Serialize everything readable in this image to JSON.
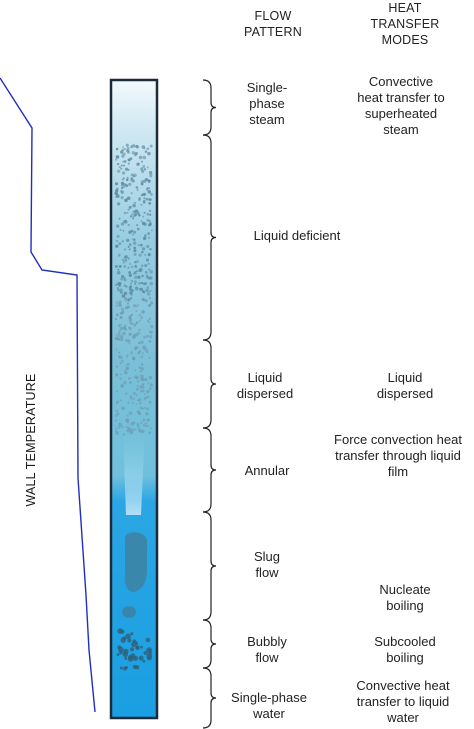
{
  "headers": {
    "flow_pattern": "FLOW\nPATTERN",
    "heat_transfer_modes": "HEAT\nTRANSFER\nMODES"
  },
  "axis": {
    "wall_temperature": "WALL TEMPERATURE"
  },
  "regions": [
    {
      "flow_pattern": "Single-\nphase\nsteam",
      "heat_transfer": "Convective\nheat transfer to\nsuperheated\nsteam"
    },
    {
      "flow_pattern": "Liquid deficient",
      "heat_transfer": ""
    },
    {
      "flow_pattern": "Liquid\ndispersed",
      "heat_transfer": "Liquid\ndispersed"
    },
    {
      "flow_pattern": "Annular",
      "heat_transfer": "Force convection heat\ntransfer through liquid\nfilm"
    },
    {
      "flow_pattern": "Slug\nflow",
      "heat_transfer": "Nucleate\nboiling"
    },
    {
      "flow_pattern": "Bubbly\nflow",
      "heat_transfer": "Subcooled\nboiling"
    },
    {
      "flow_pattern": "Single-phase\nwater",
      "heat_transfer": "Convective heat\ntransfer to liquid\nwater"
    }
  ],
  "colors": {
    "water": "#1e9fe0",
    "steam": "#e9f5fa",
    "wall_line": "#1f2fbf",
    "brace": "#222222"
  }
}
